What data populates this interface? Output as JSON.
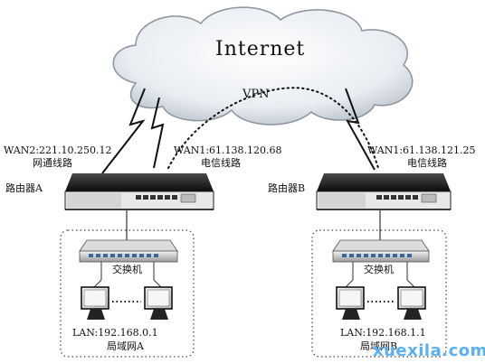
{
  "cloud": {
    "label": "Internet"
  },
  "tunnel": {
    "label": "VPN"
  },
  "site_a": {
    "router_label": "路由器A",
    "wan2_label": "WAN2:221.10.250.12",
    "wan2_isp": "网通线路",
    "wan1_label": "WAN1:61.138.120.68",
    "wan1_isp": "电信线路",
    "switch_label": "交换机",
    "lan_label": "LAN:192.168.0.1",
    "network_label": "局域网A"
  },
  "site_b": {
    "router_label": "路由器B",
    "wan1_label": "WAN1:61.138.121.25",
    "wan1_isp": "电信线路",
    "switch_label": "交换机",
    "lan_label": "LAN:192.168.1.1",
    "network_label": "局域网B"
  },
  "watermark": "xuexila.com"
}
